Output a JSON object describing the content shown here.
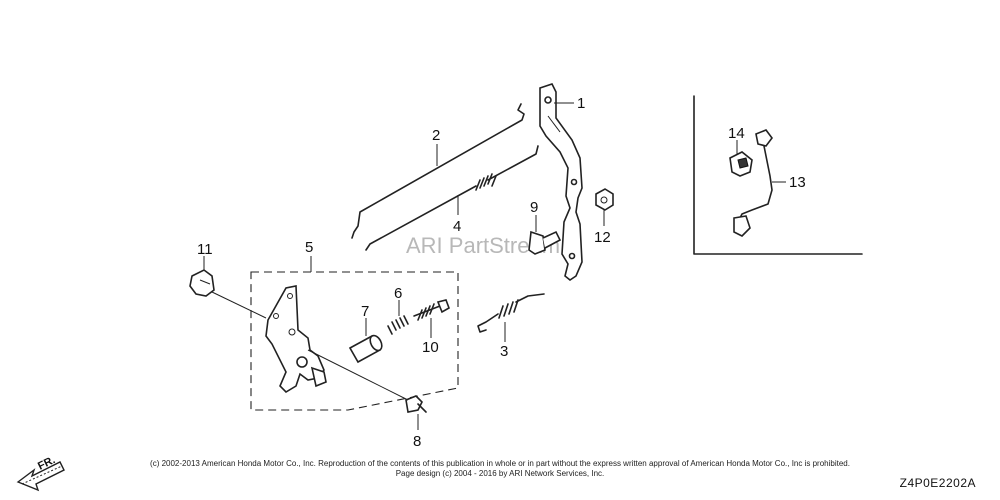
{
  "callouts": {
    "p1": "1",
    "p2": "2",
    "p3": "3",
    "p4": "4",
    "p5": "5",
    "p6": "6",
    "p7": "7",
    "p8": "8",
    "p9": "9",
    "p10": "10",
    "p11": "11",
    "p12": "12",
    "p13": "13",
    "p14": "14"
  },
  "watermark": "ARI PartStream",
  "front_label": "FR.",
  "copyright_line1": "(c) 2002-2013 American Honda Motor Co., Inc. Reproduction of the contents of this publication in whole or in part without the express written approval of American Honda Motor Co., Inc is prohibited.",
  "copyright_line2": "Page design (c) 2004 - 2016 by ARI Network Services, Inc.",
  "diagram_code": "Z4P0E2202A"
}
